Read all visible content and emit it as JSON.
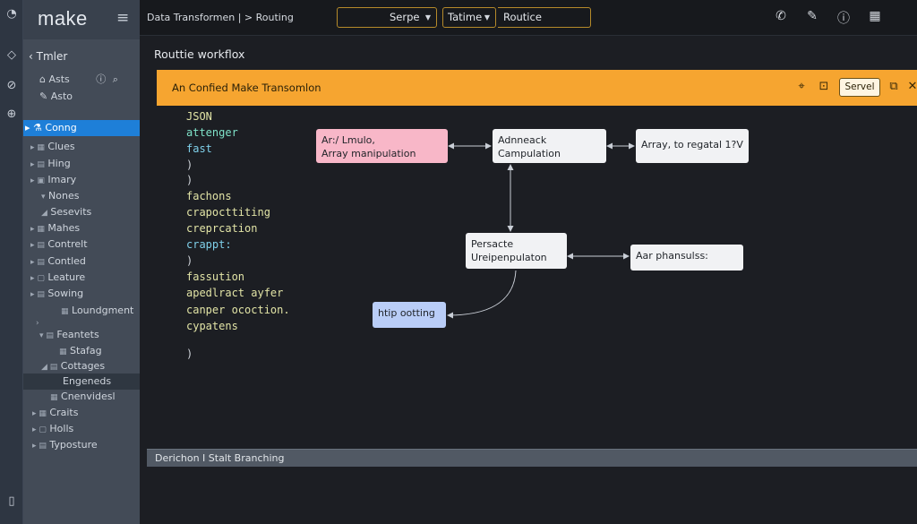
{
  "rail": {
    "icons": [
      "logo-glyph-icon",
      "diamond-icon",
      "link-icon",
      "globe-icon",
      "help-icon"
    ]
  },
  "sidebar": {
    "logo": "make",
    "header": "Tmler",
    "sub_items": [
      {
        "label": "Asts"
      },
      {
        "label": "Asto"
      }
    ],
    "items": [
      {
        "label": "Conng",
        "icon": "▸ ⚗"
      },
      {
        "label": "Clues",
        "icon": "▸ ▦"
      },
      {
        "label": "Hing",
        "icon": "▸ ▤"
      },
      {
        "label": "Imary",
        "icon": "▸ ▣"
      },
      {
        "label": "Nones",
        "icon": "▾"
      },
      {
        "label": "Sesevits",
        "icon": "◢"
      },
      {
        "label": "Mahes",
        "icon": "▸ ▦"
      },
      {
        "label": "Contrelt",
        "icon": "▸ ▤"
      },
      {
        "label": "Contled",
        "icon": "▸ ▤"
      },
      {
        "label": "Leature",
        "icon": "▸ ▢"
      },
      {
        "label": "Sowing",
        "icon": "▸ ▤"
      },
      {
        "label": "Loundgment",
        "icon": "▦"
      },
      {
        "label": "Feantets",
        "icon": "▾ ▤"
      },
      {
        "label": "Stafag",
        "icon": "▦"
      },
      {
        "label": "Cottages",
        "icon": "◢ ▤"
      },
      {
        "label": "Engeneds",
        "icon": ""
      },
      {
        "label": "Cnenvidesl",
        "icon": "▦"
      },
      {
        "label": "Craits",
        "icon": "▸ ▦"
      },
      {
        "label": "Holls",
        "icon": "▸ ▢"
      },
      {
        "label": "Typosture",
        "icon": "▸ ▤"
      }
    ]
  },
  "topbar": {
    "breadcrumb": "Data Transformen  |  > Routing",
    "select1": "Serpe",
    "select2": "Tatime",
    "select3": "Routice"
  },
  "main": {
    "title": "Routtie workflox",
    "banner": {
      "text": "An Confied Make Transomlon",
      "button": "Servel"
    },
    "code": [
      {
        "text": "JSON",
        "color": "#e2e4a6"
      },
      {
        "text": "attenger",
        "color": "#7fe3c9"
      },
      {
        "text": "fast",
        "color": "#7fd0ea"
      },
      {
        "text": ")",
        "color": "#cfd3d9"
      },
      {
        "text": ")",
        "color": "#cfd3d9"
      },
      {
        "text": "fachons",
        "color": "#e2e4a6"
      },
      {
        "text": "crapocttiting",
        "color": "#e2e4a6"
      },
      {
        "text": "creprcation",
        "color": "#e2e4a6"
      },
      {
        "text": "crappt:",
        "color": "#7fd0ea"
      },
      {
        "text": ")",
        "color": "#cfd3d9"
      },
      {
        "text": "fassution",
        "color": "#e2e4a6"
      },
      {
        "text": "apedlract ayfer",
        "color": "#e2e4a6"
      },
      {
        "text": "canper ocoction.",
        "color": "#e2e4a6"
      },
      {
        "text": "cypatens",
        "color": "#e2e4a6"
      },
      {
        "text": ")",
        "color": "#cfd3d9"
      }
    ],
    "nodes": {
      "array_manip": {
        "line1": "Ar:/ Lmulo,",
        "line2": "Array manipulation"
      },
      "computation": {
        "line1": "Adnneack",
        "line2": "Campulation"
      },
      "regatal": {
        "line1": "Array, to regatal 1?V"
      },
      "persacte": {
        "line1": "Persacte",
        "line2": "Ureipenpulaton"
      },
      "phansulss": {
        "line1": "Aar phansulss:"
      },
      "http": {
        "line1": "htip ootting"
      }
    },
    "status": "Derichon I Stalt Branching"
  }
}
